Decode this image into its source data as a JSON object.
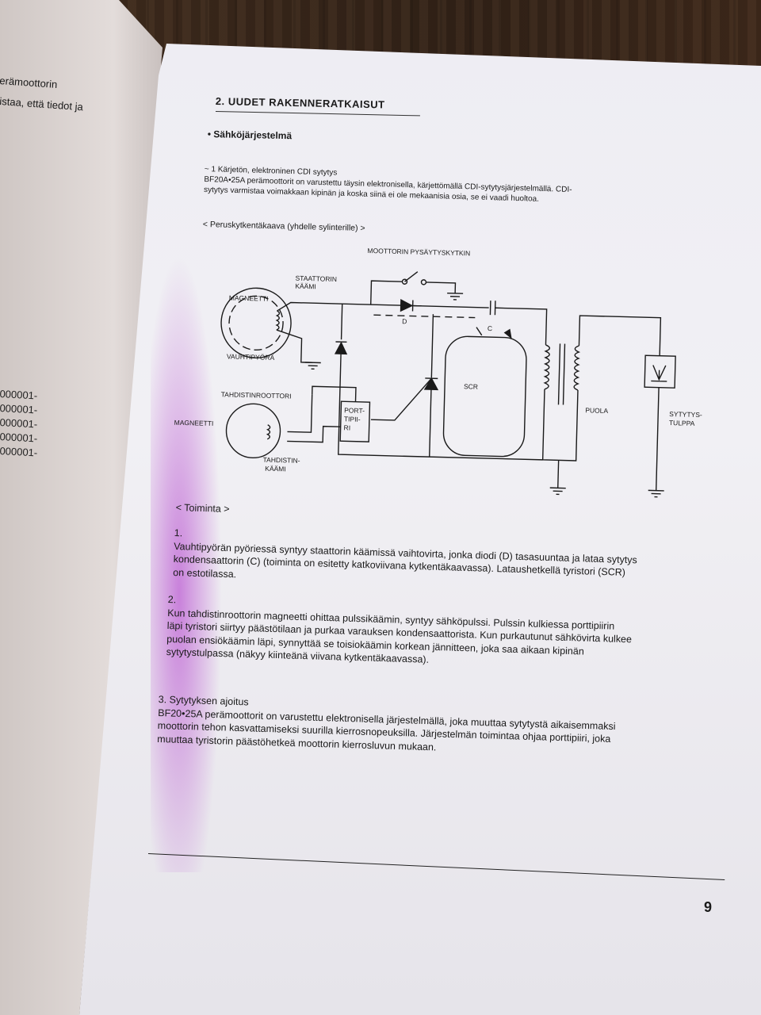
{
  "left_page": {
    "line1": "erämoottorin",
    "line2": "istaa, että tiedot ja",
    "codes": [
      "000001-",
      "000001-",
      "000001-",
      "000001-",
      "000001-"
    ]
  },
  "section_heading": "2. UUDET RAKENNERATKAISUT",
  "subsection": "• Sähköjärjestelmä",
  "intro": {
    "title": "~ 1  Kärjetön, elektroninen CDI sytytys",
    "line1": "BF20A•25A perämoottorit on varustettu täysin elektronisella, kärjettömällä CDI-sytytysjärjestelmällä. CDI-",
    "line2": "sytytys varmistaa voimakkaan kipinän ja koska siinä ei ole mekaanisia osia, se ei vaadi huoltoa."
  },
  "diagram": {
    "title": "< Peruskytkentäkaava (yhdelle sylinterille) >",
    "labels": {
      "stop_switch": "MOOTTORIN PYSÄYTYSKYTKIN",
      "stator_1": "STAATTORIN",
      "stator_2": "KÄÄMI",
      "magnet_top": "MAGNEETTI",
      "flywheel": "VAUHTIPYÖRÄ",
      "diode": "D",
      "capacitor": "C",
      "scr": "SCR",
      "pulser_rotor": "TAHDISTINROOTTORI",
      "gate_1": "PORT-",
      "gate_2": "TIPII-",
      "gate_3": "RI",
      "magnet_bottom": "MAGNEETTI",
      "pulser_coil_1": "TAHDISTIN-",
      "pulser_coil_2": "KÄÄMI",
      "coil": "PUOLA",
      "plug_1": "SYTYTYS-",
      "plug_2": "TULPPA"
    }
  },
  "operation_title": "< Toiminta >",
  "steps": [
    {
      "number": "1.",
      "lines": [
        "Vauhtipyörän pyöriessä syntyy staattorin käämissä vaihtovirta, jonka diodi (D) tasasuuntaa ja lataa sytytys",
        "kondensaattorin (C) (toiminta on esitetty katkoviivana kytkentäkaavassa). Lataushetkellä tyristori (SCR)",
        "on estotilassa."
      ]
    },
    {
      "number": "2.",
      "lines": [
        "Kun tahdistinroottorin magneetti ohittaa pulssikäämin, syntyy sähköpulssi. Pulssin kulkiessa porttipiirin",
        "läpi tyristori siirtyy päästötilaan ja purkaa varauksen kondensaattorista. Kun purkautunut sähkövirta kulkee",
        "puolan ensiökäämin läpi, synnyttää se toisiokäämin korkean jännitteen, joka saa aikaan kipinän",
        "sytytystulpassa (näkyy kiinteänä viivana kytkentäkaavassa)."
      ]
    },
    {
      "number": "3.  Sytytyksen ajoitus",
      "lines": [
        "BF20•25A perämoottorit on varustettu elektronisella järjestelmällä, joka muuttaa sytytystä aikaisemmaksi",
        "moottorin tehon kasvattamiseksi suurilla kierrosnopeuksilla. Järjestelmän toimintaa ohjaa porttipiiri, joka",
        "muuttaa tyristorin päästöhetkeä moottorin kierrosluvun mukaan."
      ]
    }
  ],
  "page_number": "9"
}
